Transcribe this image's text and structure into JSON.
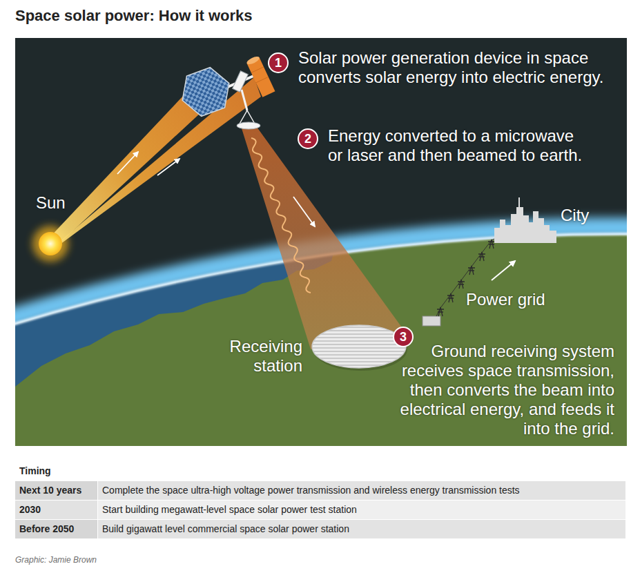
{
  "diagram": {
    "title": "Space solar power: How it works",
    "caption": "Graphic: Jamie Brown",
    "nodes": [
      {
        "text": [
          "1"
        ]
      },
      {
        "text": [
          "2"
        ]
      },
      {
        "text": [
          "3"
        ]
      }
    ],
    "labels": [
      "Solar power generation device in space converts solar energy into electric energy.",
      "Energy converted to a microwave or laser and then beamed to earth.",
      "Sun",
      "City",
      "Power grid",
      "Receiving station",
      "Ground receiving system receives space transmission, then converts the beam into electrical energy, and feeds it into the grid.",
      "Timing",
      "Next 10 years",
      "Complete the space ultra-high voltage power transmission and wireless energy transmission tests",
      "2030",
      "Start building megawatt-level space solar power test station",
      "Before 2050",
      "Build gigawatt level commercial space solar power station"
    ]
  }
}
